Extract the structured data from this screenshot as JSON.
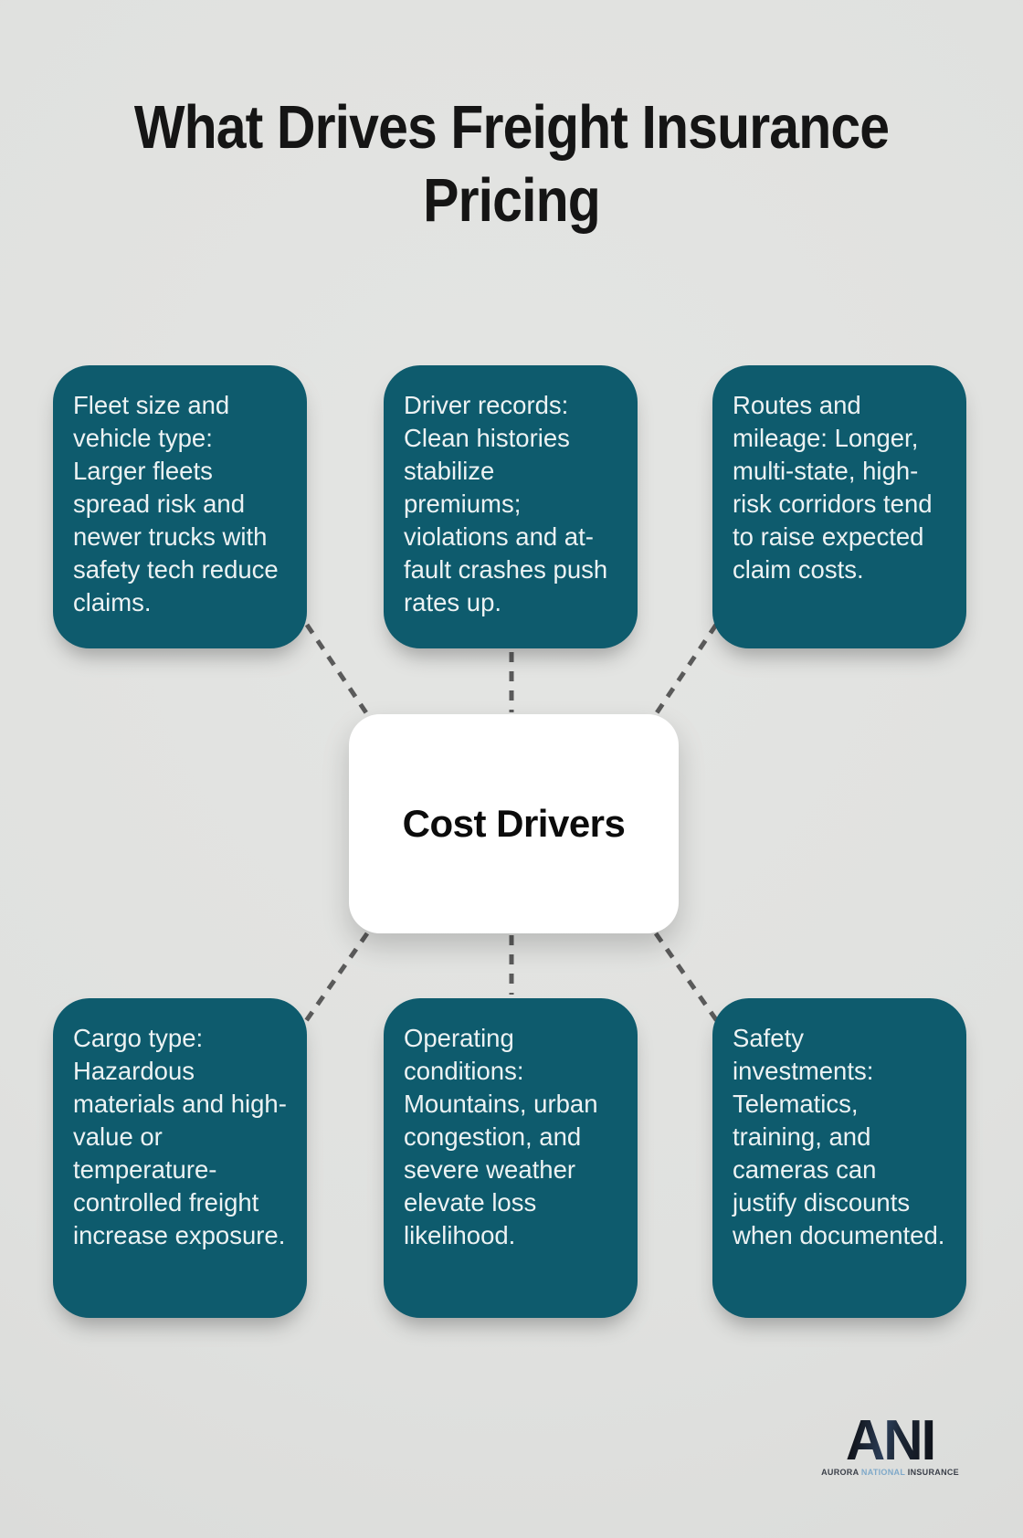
{
  "title_lines": [
    "What Drives Freight Insurance",
    "Pricing"
  ],
  "center": {
    "label": "Cost Drivers"
  },
  "nodes": [
    {
      "id": "fleet-size",
      "text": "Fleet size and vehicle type: Larger fleets spread risk and newer trucks with safety tech reduce claims."
    },
    {
      "id": "driver-records",
      "text": "Driver records: Clean histories stabilize premiums; violations and at-fault crashes push rates up."
    },
    {
      "id": "routes-mileage",
      "text": "Routes and mileage: Longer, multi-state, high-risk corridors tend to raise expected claim costs."
    },
    {
      "id": "cargo-type",
      "text": "Cargo type: Hazardous materials and high-value or temperature-controlled freight increase exposure."
    },
    {
      "id": "operating-conditions",
      "text": "Operating conditions: Mountains, urban congestion, and severe weather elevate loss likelihood."
    },
    {
      "id": "safety-investments",
      "text": "Safety investments: Telematics, training, and cameras can justify discounts when documented."
    }
  ],
  "logo": {
    "acronym": "ANI",
    "words": [
      "AURORA",
      "NATIONAL",
      "INSURANCE"
    ]
  },
  "colors": {
    "node_bg": "#0e5b6d",
    "node_text": "#ecf2f3",
    "background": "#e1e2e0",
    "connector": "#5a5a5a",
    "center_bg": "#ffffff",
    "title_color": "#151515",
    "logo_dark": "#1a212c",
    "logo_accent": "#7fa9c9"
  }
}
